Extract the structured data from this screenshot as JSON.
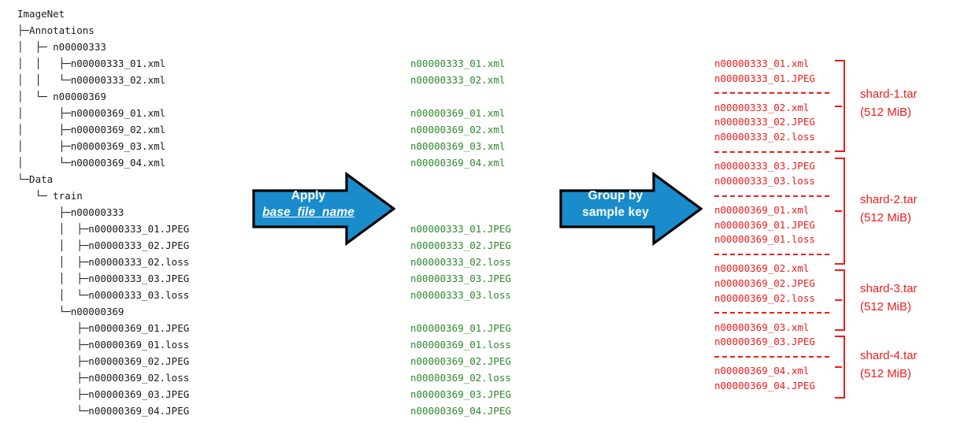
{
  "diagram": {
    "title": "ImageNet dataset to WebDataset shards conversion",
    "colors": {
      "tree_text": "#1a1a1a",
      "green_text": "#2d8a2d",
      "red_text": "#ef1c1c",
      "arrow_fill": "#1a8ccc",
      "arrow_border": "#000000",
      "background": "#ffffff"
    }
  },
  "tree": {
    "root_label": "ImageNet",
    "lines": [
      "ImageNet",
      "├─Annotations",
      "│  ├─ n00000333",
      "│  │   ├─n00000333_01.xml",
      "│  │   └─n00000333_02.xml",
      "│  └─ n00000369",
      "│      ├─n00000369_01.xml",
      "│      ├─n00000369_02.xml",
      "│      ├─n00000369_03.xml",
      "│      └─n00000369_04.xml",
      "└─Data",
      "   └─ train",
      "       ├─n00000333",
      "       │  ├─n00000333_01.JPEG",
      "       │  ├─n00000333_02.JPEG",
      "       │  ├─n00000333_02.loss",
      "       │  ├─n00000333_03.JPEG",
      "       │  └─n00000333_03.loss",
      "       └─n00000369",
      "          ├─n00000369_01.JPEG",
      "          ├─n00000369_01.loss",
      "          ├─n00000369_02.JPEG",
      "          ├─n00000369_02.loss",
      "          ├─n00000369_03.JPEG",
      "          └─n00000369_04.JPEG"
    ]
  },
  "green_column": {
    "lines": [
      "",
      "",
      "",
      "n00000333_01.xml",
      "n00000333_02.xml",
      "",
      "n00000369_01.xml",
      "n00000369_02.xml",
      "n00000369_03.xml",
      "n00000369_04.xml",
      "",
      "",
      "",
      "n00000333_01.JPEG",
      "n00000333_02.JPEG",
      "n00000333_02.loss",
      "n00000333_03.JPEG",
      "n00000333_03.loss",
      "",
      "n00000369_01.JPEG",
      "n00000369_01.loss",
      "n00000369_02.JPEG",
      "n00000369_02.loss",
      "n00000369_03.JPEG",
      "n00000369_04.JPEG"
    ]
  },
  "red_column": {
    "lines": [
      {
        "type": "file",
        "text": "n00000333_01.xml"
      },
      {
        "type": "file",
        "text": "n00000333_01.JPEG"
      },
      {
        "type": "separator",
        "text": ""
      },
      {
        "type": "file",
        "text": "n00000333_02.xml"
      },
      {
        "type": "file",
        "text": "n00000333_02.JPEG"
      },
      {
        "type": "file",
        "text": "n00000333_02.loss"
      },
      {
        "type": "separator",
        "text": ""
      },
      {
        "type": "file",
        "text": "n00000333_03.JPEG"
      },
      {
        "type": "file",
        "text": "n00000333_03.loss"
      },
      {
        "type": "separator",
        "text": ""
      },
      {
        "type": "file",
        "text": "n00000369_01.xml"
      },
      {
        "type": "file",
        "text": "n00000369_01.JPEG"
      },
      {
        "type": "file",
        "text": "n00000369_01.loss"
      },
      {
        "type": "separator",
        "text": ""
      },
      {
        "type": "file",
        "text": "n00000369_02.xml"
      },
      {
        "type": "file",
        "text": "n00000369_02.JPEG"
      },
      {
        "type": "file",
        "text": "n00000369_02.loss"
      },
      {
        "type": "separator",
        "text": ""
      },
      {
        "type": "file",
        "text": "n00000369_03.xml"
      },
      {
        "type": "file",
        "text": "n00000369_03.JPEG"
      },
      {
        "type": "separator",
        "text": ""
      },
      {
        "type": "file",
        "text": "n00000369_04.xml"
      },
      {
        "type": "file",
        "text": "n00000369_04.JPEG"
      }
    ]
  },
  "arrows": [
    {
      "line1": "Apply",
      "line2": "base_file_name",
      "line2_style": "bold-italic-underline"
    },
    {
      "line1": "Group by",
      "line2": "sample key",
      "line2_style": "bold"
    }
  ],
  "shards": [
    {
      "name": "shard-1.tar",
      "size": "(512 MiB)"
    },
    {
      "name": "shard-2.tar",
      "size": "(512 MiB)"
    },
    {
      "name": "shard-3.tar",
      "size": "(512 MiB)"
    },
    {
      "name": "shard-4.tar",
      "size": "(512 MiB)"
    }
  ]
}
